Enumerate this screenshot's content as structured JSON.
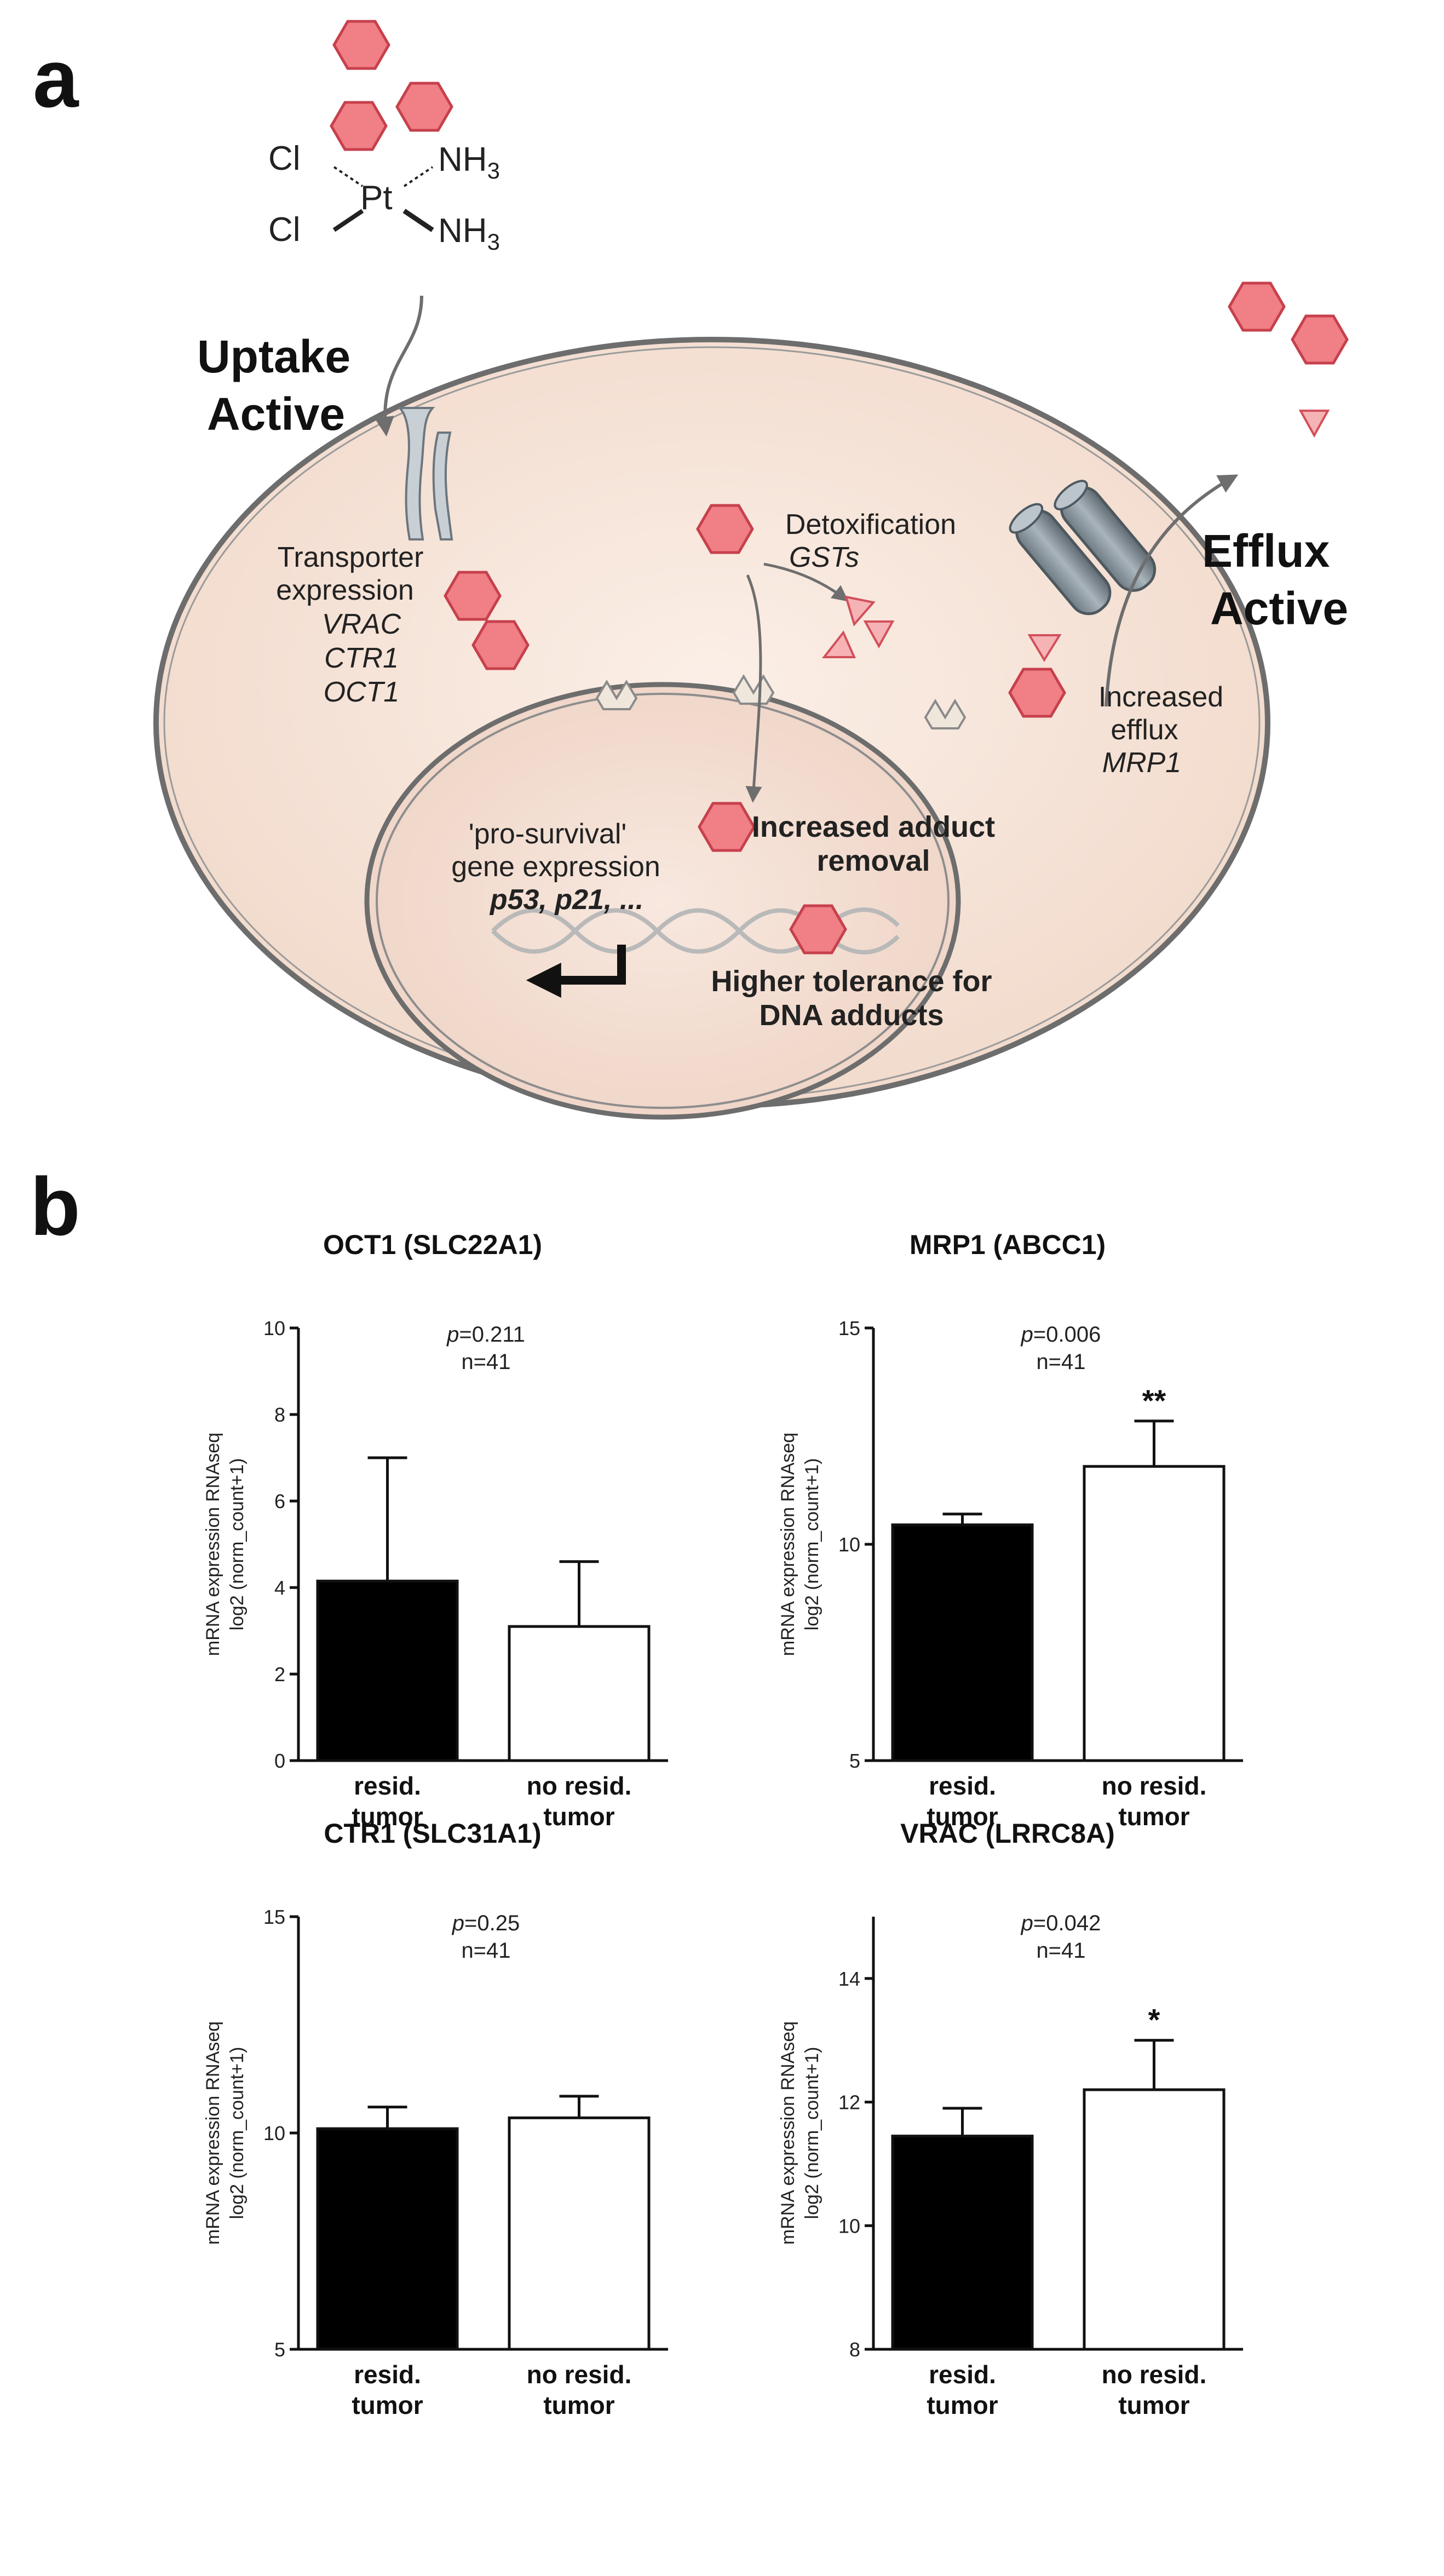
{
  "panel_a": {
    "panel_letter": "a",
    "cisplatin": {
      "cl1": "Cl",
      "cl2": "Cl",
      "pt": "Pt",
      "nh3_1": "NH",
      "nh3_2": "NH",
      "sub": "3"
    },
    "uptake": [
      "Uptake",
      "Active"
    ],
    "efflux": [
      "Efflux",
      "Active"
    ],
    "transporter": [
      "Transporter",
      "expression",
      "VRAC",
      "CTR1",
      "OCT1"
    ],
    "detox": [
      "Detoxification",
      "GSTs"
    ],
    "increased_efflux": [
      "Increased",
      "efflux",
      "MRP1"
    ],
    "pro_survival": [
      "'pro-survival'",
      "gene expression",
      "p53, p21, ..."
    ],
    "adduct_removal": [
      "Increased adduct",
      "removal"
    ],
    "tolerance": [
      "Higher tolerance for",
      "DNA adducts"
    ],
    "colors": {
      "hexagon": "#f07f86",
      "hexagon_stroke": "#c7404c",
      "cell": "#f6e4d8",
      "nucleus": "#f3ddd0",
      "membrane": "#707070"
    }
  },
  "panel_b": {
    "panel_letter": "b",
    "ylabel_line1": "mRNA expression RNAseq",
    "ylabel_line2": "log2 (norm_count+1)",
    "cat1": [
      "resid.",
      "tumor"
    ],
    "cat2": [
      "no resid.",
      "tumor"
    ]
  },
  "chart_data": [
    {
      "type": "bar",
      "title": "OCT1 (SLC22A1)",
      "categories": [
        "resid. tumor",
        "no resid. tumor"
      ],
      "values": [
        4.15,
        3.1
      ],
      "errors": [
        2.85,
        1.5
      ],
      "ylim": [
        0,
        10
      ],
      "yticks": [
        0,
        2,
        4,
        6,
        8,
        10
      ],
      "p_value": "=0.211",
      "n": "n=41",
      "significance": "",
      "colors": [
        "#000000",
        "#ffffff"
      ]
    },
    {
      "type": "bar",
      "title": "MRP1 (ABCC1)",
      "categories": [
        "resid. tumor",
        "no resid. tumor"
      ],
      "values": [
        10.45,
        11.8
      ],
      "errors": [
        0.25,
        1.05
      ],
      "ylim": [
        5,
        15
      ],
      "yticks": [
        5,
        10,
        15
      ],
      "p_value": "=0.006",
      "n": "n=41",
      "significance": "**",
      "colors": [
        "#000000",
        "#ffffff"
      ]
    },
    {
      "type": "bar",
      "title": "CTR1 (SLC31A1)",
      "categories": [
        "resid. tumor",
        "no resid. tumor"
      ],
      "values": [
        10.1,
        10.35
      ],
      "errors": [
        0.5,
        0.5
      ],
      "ylim": [
        5,
        15
      ],
      "yticks": [
        5,
        10,
        15
      ],
      "p_value": "=0.25",
      "n": "n=41",
      "significance": "",
      "colors": [
        "#000000",
        "#ffffff"
      ]
    },
    {
      "type": "bar",
      "title": "VRAC (LRRC8A)",
      "categories": [
        "resid. tumor",
        "no resid. tumor"
      ],
      "values": [
        11.45,
        12.2
      ],
      "errors": [
        0.45,
        0.8
      ],
      "ylim": [
        8,
        15
      ],
      "yticks": [
        8,
        10,
        12,
        14
      ],
      "p_value": "=0.042",
      "n": "n=41",
      "significance": "*",
      "colors": [
        "#000000",
        "#ffffff"
      ]
    }
  ]
}
